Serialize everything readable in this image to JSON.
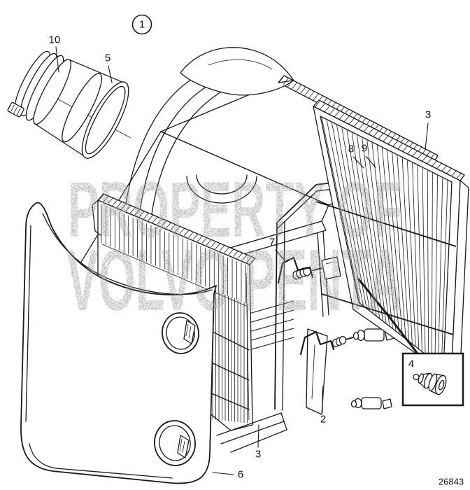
{
  "figure": {
    "assembly_ref": "1",
    "drawing_number": "26843"
  },
  "watermark": {
    "line1": "PROPERTY OF",
    "line2": "VOLVO PENTA"
  },
  "callouts": {
    "hose_clamp": "10",
    "hose": "5",
    "filter_right": "3",
    "screw": "8",
    "washer": "9",
    "retainer_clip": "7",
    "filter_housing_frame": "2",
    "filter_front": "3",
    "cover": "6",
    "plug_detail": "4"
  },
  "colors": {
    "line": "#1a1a1a",
    "watermark": "#9e9e9e",
    "background": "#ffffff"
  }
}
